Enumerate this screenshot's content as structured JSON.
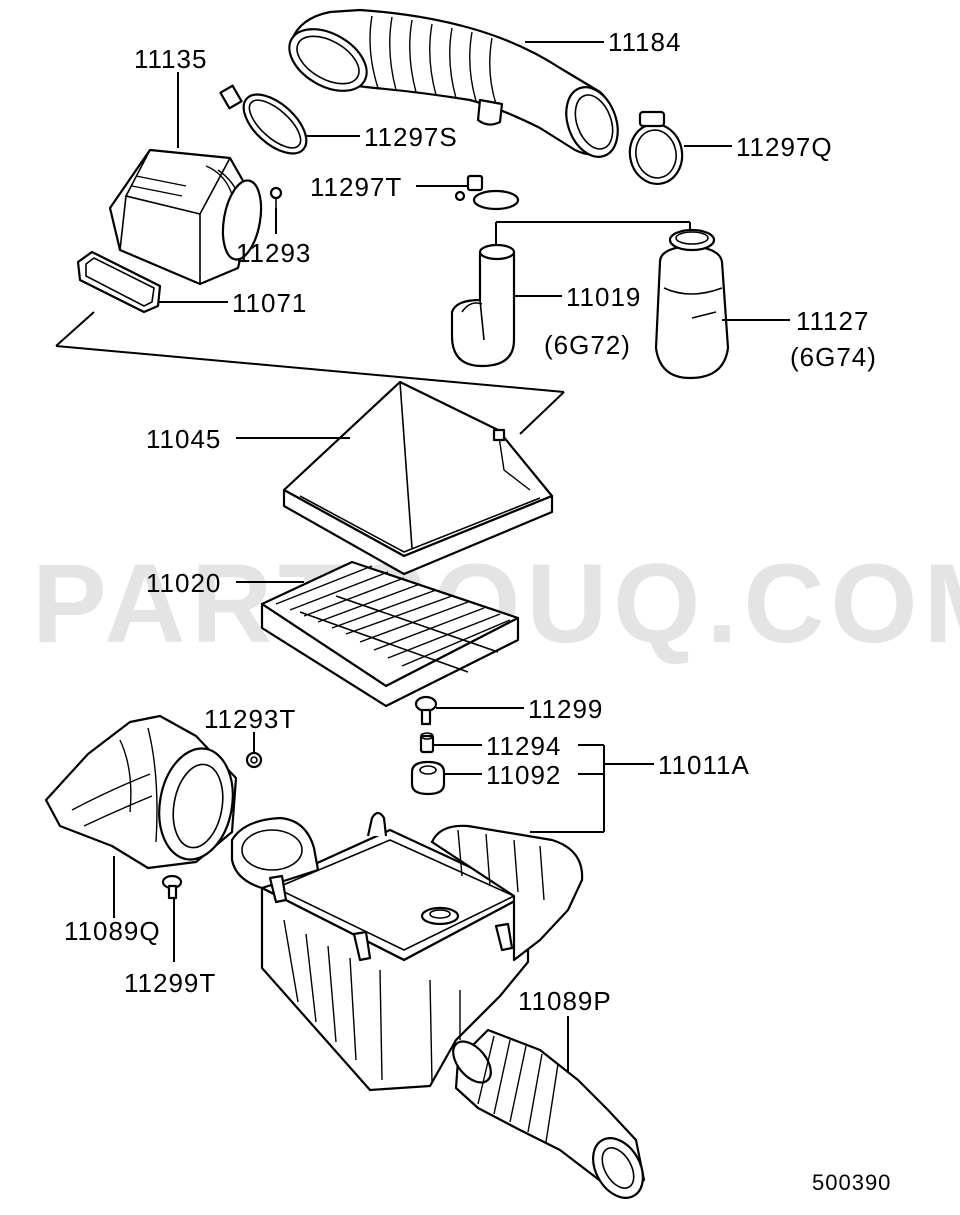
{
  "watermark": "PARTSOUQ.COM",
  "diagram_code": "500390",
  "labels": {
    "l11184": "11184",
    "l11135": "11135",
    "l11297S": "11297S",
    "l11297Q": "11297Q",
    "l11297T": "11297T",
    "l11293": "11293",
    "l11019": "11019",
    "l11019_note": "(6G72)",
    "l11127": "11127",
    "l11127_note": "(6G74)",
    "l11071": "11071",
    "l11045": "11045",
    "l11020": "11020",
    "l11299": "11299",
    "l11293T": "11293T",
    "l11294": "11294",
    "l11092": "11092",
    "l11011A": "11011A",
    "l11089Q": "11089Q",
    "l11299T": "11299T",
    "l11089P": "11089P"
  }
}
